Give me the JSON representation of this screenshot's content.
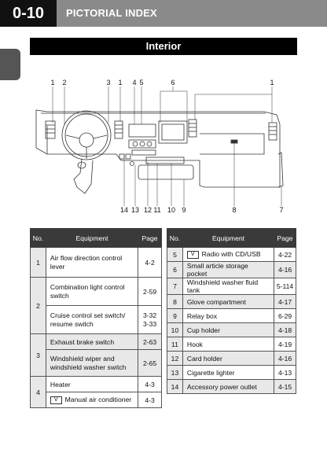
{
  "header": {
    "page_number": "0-10",
    "title": "PICTORIAL INDEX"
  },
  "section": {
    "title": "Interior"
  },
  "illustration": {
    "callouts_top": [
      "1",
      "2",
      "3",
      "1",
      "4",
      "5",
      "6",
      "1"
    ],
    "callouts_bottom": [
      "14",
      "13",
      "12",
      "11",
      "10",
      "9",
      "8",
      "7"
    ]
  },
  "left_table": {
    "headers": [
      "No.",
      "Equipment",
      "Page"
    ],
    "rows": [
      {
        "no": "1",
        "equipment": "Air flow direction control lever",
        "page": "4-2"
      },
      {
        "no": "2",
        "equipment": "Combination light control switch",
        "page": "2-59"
      },
      {
        "no": "",
        "equipment": "Cruise control set switch/ resume switch",
        "page": "3-32\n3-33"
      },
      {
        "no": "3",
        "equipment": "Exhaust brake switch",
        "page": "2-63"
      },
      {
        "no": "",
        "equipment": "Windshield wiper and windshield washer switch",
        "page": "2-65"
      },
      {
        "no": "4",
        "equipment": "Heater",
        "page": "4-3"
      },
      {
        "no": "",
        "equipment": "Manual air conditioner",
        "page": "4-3",
        "badge": "V"
      }
    ]
  },
  "right_table": {
    "headers": [
      "No.",
      "Equipment",
      "Page"
    ],
    "rows": [
      {
        "no": "5",
        "equipment": "Radio with CD/USB",
        "page": "4-22",
        "badge": "V"
      },
      {
        "no": "6",
        "equipment": "Small article storage pocket",
        "page": "4-16"
      },
      {
        "no": "7",
        "equipment": "Windshield washer fluid tank",
        "page": "5-114"
      },
      {
        "no": "8",
        "equipment": "Glove compartment",
        "page": "4-17"
      },
      {
        "no": "9",
        "equipment": "Relay box",
        "page": "6-29"
      },
      {
        "no": "10",
        "equipment": "Cup holder",
        "page": "4-18"
      },
      {
        "no": "11",
        "equipment": "Hook",
        "page": "4-19"
      },
      {
        "no": "12",
        "equipment": "Card holder",
        "page": "4-16"
      },
      {
        "no": "13",
        "equipment": "Cigarette lighter",
        "page": "4-13"
      },
      {
        "no": "14",
        "equipment": "Accessory power outlet",
        "page": "4-15"
      }
    ]
  }
}
